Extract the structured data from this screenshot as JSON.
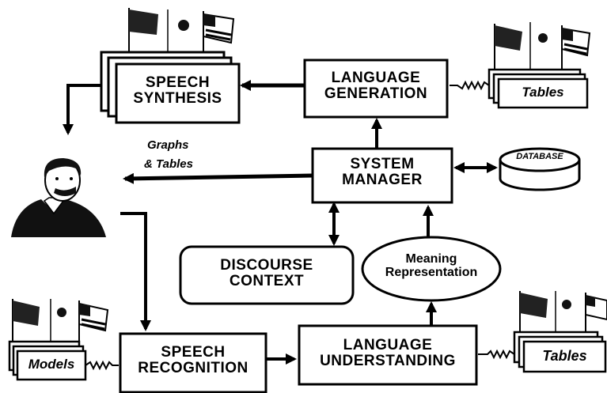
{
  "boxes": {
    "speech_synthesis": [
      "SPEECH",
      "SYNTHESIS"
    ],
    "language_generation": [
      "LANGUAGE",
      "GENERATION"
    ],
    "system_manager": [
      "SYSTEM",
      "MANAGER"
    ],
    "discourse_context": [
      "DISCOURSE",
      "CONTEXT"
    ],
    "meaning_representation": [
      "Meaning",
      "Representation"
    ],
    "speech_recognition": [
      "SPEECH",
      "RECOGNITION"
    ],
    "language_understanding": [
      "LANGUAGE",
      "UNDERSTANDING"
    ],
    "database": "DATABASE"
  },
  "resources": {
    "tables_top": "Tables",
    "tables_bottom": "Tables",
    "models": "Models"
  },
  "graphs_tables_label": [
    "Graphs",
    "& Tables"
  ],
  "icons": [
    "flag-icon",
    "person-icon",
    "database-icon"
  ]
}
